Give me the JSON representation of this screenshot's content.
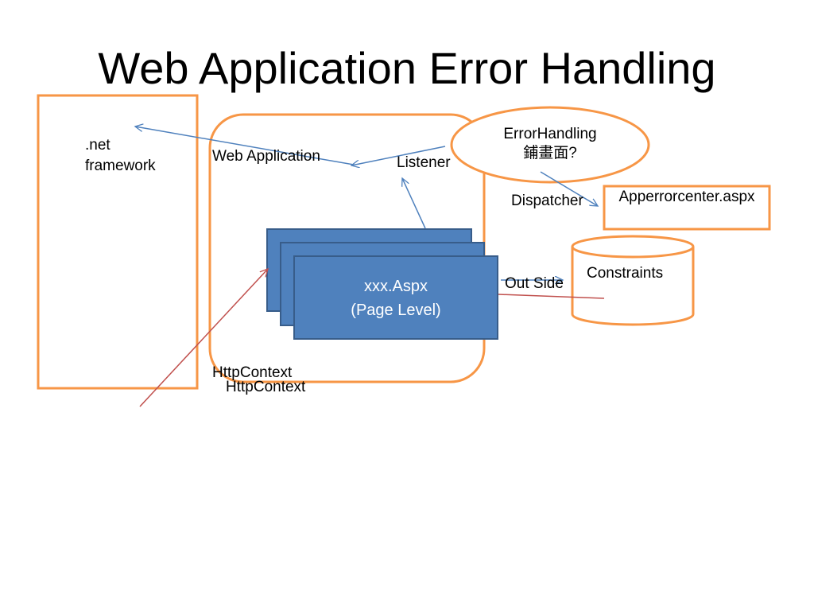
{
  "title": "Web Application Error Handling",
  "framework_box": {
    "line1": ".net",
    "line2": "framework"
  },
  "web_app_label": "Web Application",
  "listener_label": "Listener",
  "error_handling": {
    "line1": "ErrorHandling",
    "line2": "鋪畫面?"
  },
  "dispatcher_label": "Dispatcher",
  "error_page_label": "Apperrorcenter.aspx",
  "constraints_label": "Constraints",
  "outside_label": "Out Side",
  "page_stack": {
    "line1": "xxx.Aspx",
    "line2": "(Page Level)"
  },
  "http_context_labels": [
    "HttpContext",
    "HttpContext"
  ],
  "colors": {
    "orange": "#F79646",
    "page_fill": "#4F81BD",
    "page_stroke": "#385D8A",
    "blue_arrow": "#4F81BD",
    "red_arrow": "#C0504D"
  }
}
